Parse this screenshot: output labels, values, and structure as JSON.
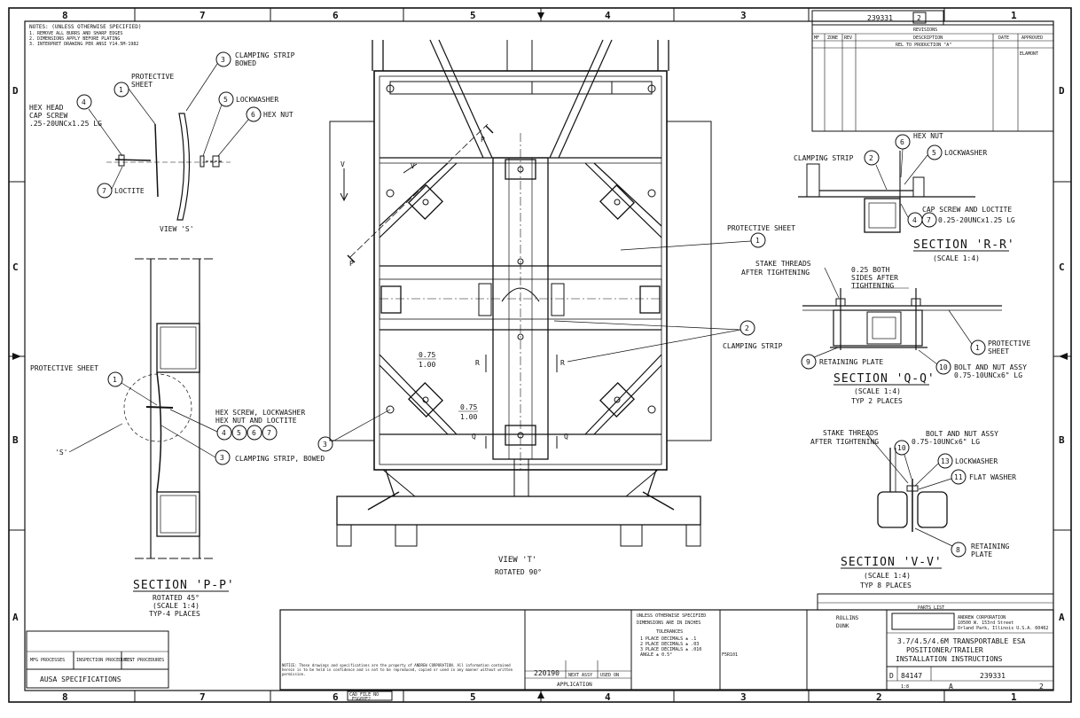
{
  "zones": {
    "top": [
      "8",
      "7",
      "6",
      "5",
      "4",
      "3",
      "2",
      "1"
    ],
    "side": [
      "D",
      "C",
      "B",
      "A"
    ]
  },
  "notes": {
    "title": "NOTES: (UNLESS OTHERWISE SPECIFIED)",
    "items": [
      "1. REMOVE ALL BURRS AND SHARP EDGES",
      "2. DIMENSIONS APPLY BEFORE PLATING",
      "3. INTERPRET DRAWING PER ANSI Y14.5M-1982"
    ]
  },
  "view_s": {
    "title": "VIEW 'S'",
    "protective_sheet": [
      "PROTECTIVE",
      "SHEET"
    ],
    "clamping_strip": [
      "CLAMPING STRIP",
      "BOWED"
    ],
    "hex_head": [
      "HEX HEAD",
      "CAP SCREW",
      ".25-20UNCx1.25 LG"
    ],
    "lockwasher": "LOCKWASHER",
    "hex_nut": "HEX NUT",
    "loctite": "LOCTITE",
    "bubbles": [
      "1",
      "3",
      "4",
      "5",
      "6",
      "7"
    ]
  },
  "section_pp": {
    "title": "SECTION 'P-P'",
    "sub": [
      "ROTATED 45°",
      "(SCALE 1:4)",
      "TYP-4 PLACES"
    ],
    "protective_sheet": "PROTECTIVE SHEET",
    "hex_screw": [
      "HEX SCREW, LOCKWASHER",
      "HEX NUT AND LOCTITE"
    ],
    "clamping_bowed": "CLAMPING STRIP, BOWED",
    "s_label": "'S'",
    "bubbles": [
      "1",
      "4",
      "5",
      "6",
      "7",
      "3"
    ]
  },
  "view_t": {
    "title": "VIEW 'T'",
    "sub": "ROTATED 90°",
    "dim1": [
      "0.75",
      "1.00"
    ],
    "dim2": [
      "0.75",
      "1.00"
    ],
    "labels": [
      "P",
      "P",
      "V",
      "V",
      "R",
      "R",
      "Q",
      "Q"
    ],
    "protective_sheet": "PROTECTIVE SHEET",
    "clamping_strip": "CLAMPING STRIP",
    "bubbles": [
      "1",
      "2",
      "3"
    ]
  },
  "section_rr": {
    "title": "SECTION 'R-R'",
    "sub": "(SCALE 1:4)",
    "hex_nut": "HEX NUT",
    "lockwasher": "LOCKWASHER",
    "clamping_strip": "CLAMPING STRIP",
    "cap_screw": [
      "CAP SCREW AND LOCTITE",
      "0.25-20UNCx1.25 LG"
    ],
    "bubbles": [
      "6",
      "5",
      "2",
      "4",
      "7"
    ]
  },
  "section_qq": {
    "title": "SECTION 'Q-Q'",
    "sub": [
      "(SCALE 1:4)",
      "TYP 2 PLACES"
    ],
    "stake": [
      "STAKE THREADS",
      "AFTER TIGHTENING"
    ],
    "both_sides": [
      "0.25 BOTH",
      "SIDES AFTER",
      "TIGHTENING"
    ],
    "protective_sheet": [
      "PROTECTIVE",
      "SHEET"
    ],
    "retaining_plate": "RETAINING PLATE",
    "bolt_nut": [
      "BOLT AND NUT ASSY",
      "0.75-10UNCx6\" LG"
    ],
    "bubbles": [
      "1",
      "9",
      "10"
    ]
  },
  "section_vv": {
    "title": "SECTION 'V-V'",
    "sub": [
      "(SCALE 1:4)",
      "TYP 8 PLACES"
    ],
    "stake": [
      "STAKE THREADS",
      "AFTER TIGHTENING"
    ],
    "bolt_nut": [
      "BOLT AND NUT ASSY",
      "0.75-10UNCx6\" LG"
    ],
    "lockwasher": "LOCKWASHER",
    "flat_washer": "FLAT WASHER",
    "retaining_plate": [
      "RETAINING",
      "PLATE"
    ],
    "bubbles": [
      "10",
      "13",
      "11",
      "8"
    ]
  },
  "revisions": {
    "dwg_no": "239331",
    "sheet": "2",
    "title": "REVISIONS",
    "cols": [
      "MF",
      "ZONE",
      "REV",
      "DESCRIPTION",
      "DATE",
      "APPROVED"
    ],
    "row": "REL TO PRODUCTION \"A\"",
    "approver": "ELAMONT"
  },
  "specs_box": {
    "cols": [
      "MFG PROCESSES",
      "INSPECTION PROCEDURES",
      "TEST PROCEDURES"
    ],
    "footer": "AUSA SPECIFICATIONS"
  },
  "title_block": {
    "unless": "UNLESS OTHERWISE SPECIFIED",
    "dims": "DIMENSIONS ARE IN INCHES",
    "tol_title": "TOLERANCES",
    "tols": [
      "1 PLACE DECIMALS ± .1",
      "2 PLACE DECIMALS ± .03",
      "3 PLACE DECIMALS ± .010",
      "ANGLE ± 0.5°"
    ],
    "app_no": "220190",
    "next_assy": "NEXT ASSY",
    "used_on": "USED ON",
    "application": "APPLICATION",
    "company": "ANDREW",
    "company_full": [
      "ANDREW CORPORATION",
      "10500 W. 153rd Street",
      "Orland Park, Illinois U.S.A. 60462"
    ],
    "drawing_title": [
      "3.7/4.5/4.6M TRANSPORTABLE ESA",
      "POSITIONER/TRAILER",
      "INSTALLATION INSTRUCTIONS"
    ],
    "size": "D",
    "cage": "84147",
    "dwg_no": "239331",
    "scale": "1:8",
    "sheet_num": "2",
    "rev": "A",
    "drawn": "ROLLINS",
    "checked": "DUNK",
    "parts_list": "PARTS LIST",
    "cad_file": "CAD FILE NO",
    "cad_file_no": "ESG0YE2",
    "fsr": "F5R101"
  },
  "notice": "NOTICE: These drawings and specifications are the property of ANDREW CORPORATION. All information contained herein is to be held in confidence and is not to be reproduced, copied or used in any manner without written permission."
}
